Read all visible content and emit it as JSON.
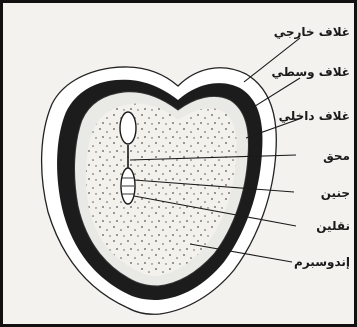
{
  "diagram": {
    "labels": {
      "outer_coat": "غلاف خارجي",
      "middle_coat": "غلاف وسطي",
      "inner_coat": "غلاف داخلي",
      "stalk": "محق",
      "embryo": "جنين",
      "nucellus": "نقلين",
      "endosperm": "إندوسبرم"
    },
    "colors": {
      "outer_coat": "#ffffff",
      "middle_coat": "#1c1c1c",
      "inner_coat": "#e9e9e6",
      "endosperm": "#f3f1ec",
      "background": "#f4f2ef",
      "ink": "#1a1a1a"
    }
  }
}
